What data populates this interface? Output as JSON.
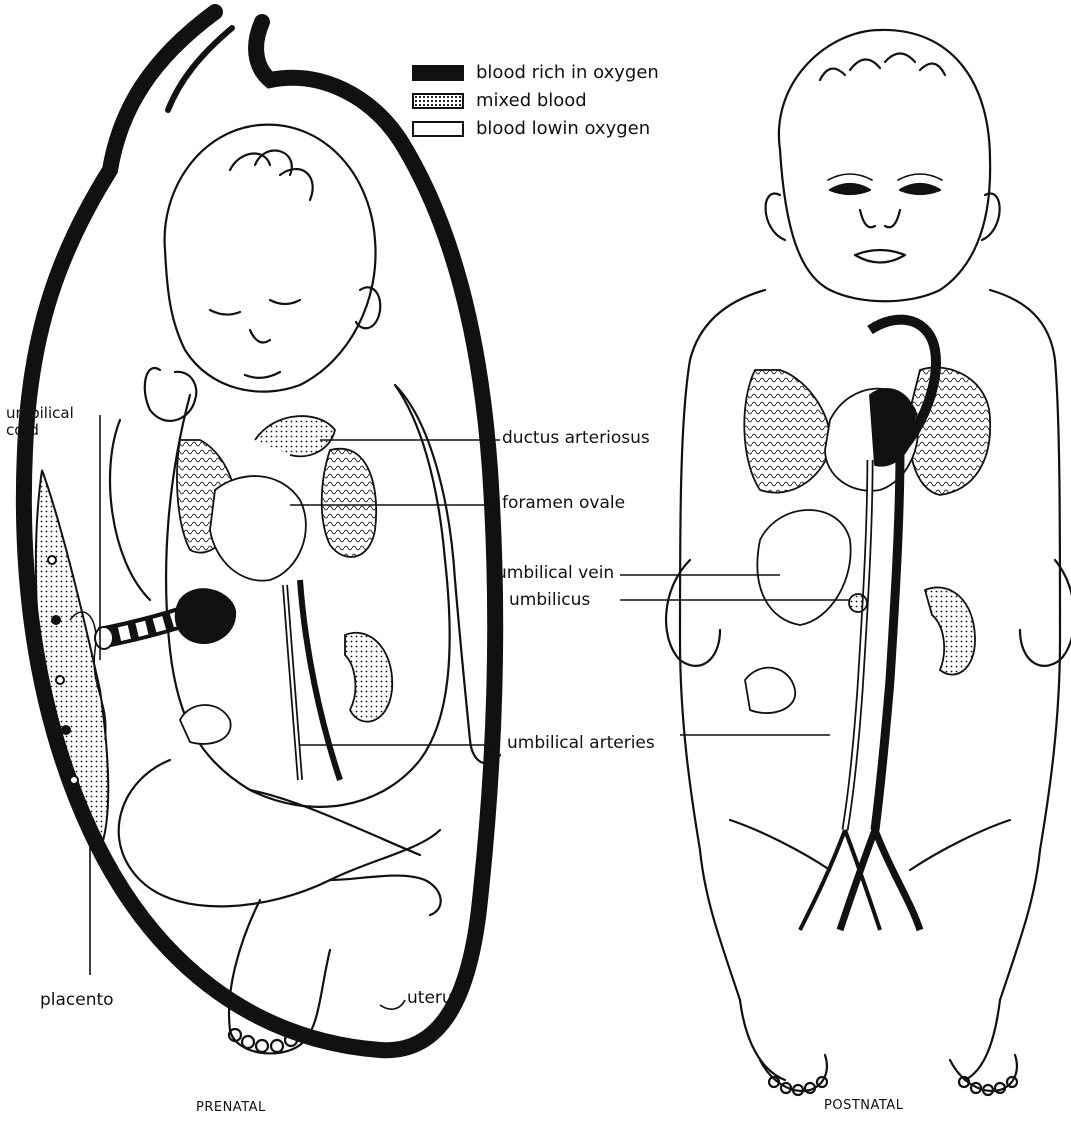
{
  "legend": {
    "items": [
      {
        "key": "rich",
        "label": "blood rich in oxygen"
      },
      {
        "key": "mixed",
        "label": "mixed blood"
      },
      {
        "key": "low",
        "label": "blood lowin oxygen"
      }
    ]
  },
  "labels": {
    "umbilical_cord": "umbilical\ncord",
    "ductus_arteriosus": "ductus arteriosus",
    "foramen_ovale": "foramen ovale",
    "umbilical_vein": "umbilical vein",
    "umbilicus": "umbilicus",
    "umbilical_arteries": "umbilical arteries",
    "placenta": "placento",
    "uterus": "uterus"
  },
  "captions": {
    "prenatal": "PRENATAL",
    "postnatal": "POSTNATAL"
  },
  "colors": {
    "ink": "#111111",
    "paper": "#ffffff"
  }
}
